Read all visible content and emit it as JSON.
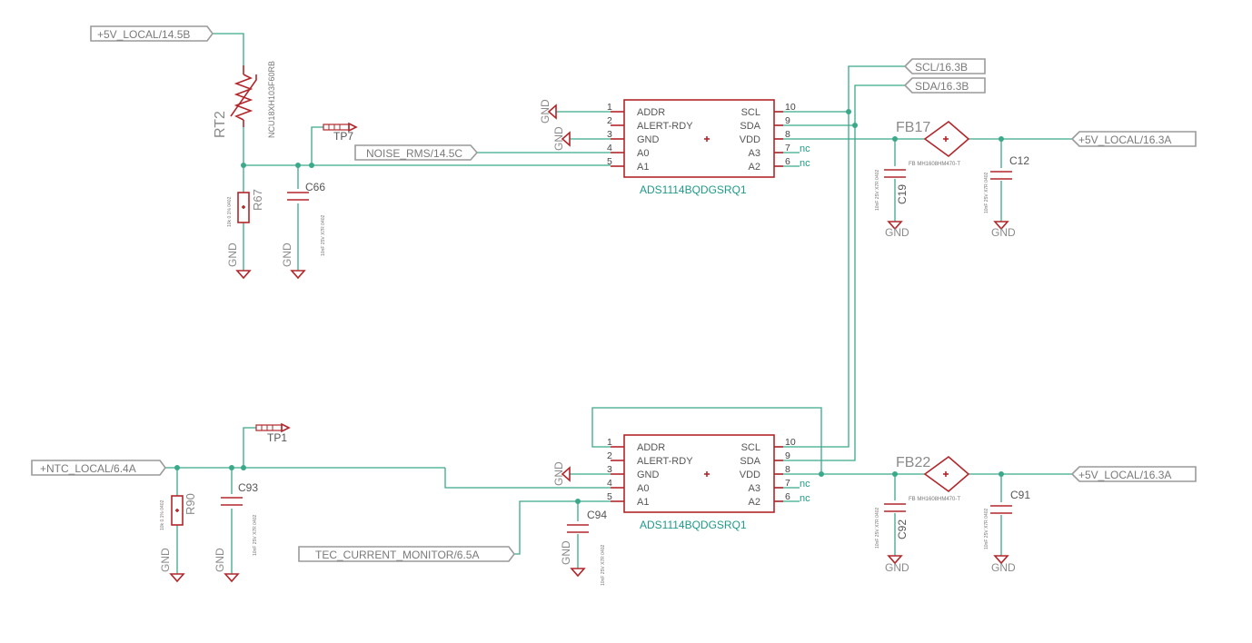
{
  "net_labels": {
    "v5_local_14_5b": "+5V_LOCAL/14.5B",
    "scl": "SCL/16.3B",
    "sda": "SDA/16.3B",
    "noise_rms": "NOISE_RMS/14.5C",
    "v5_local_16_3a_top": "+5V_LOCAL/16.3A",
    "v5_local_16_3a_bottom": "+5V_LOCAL/16.3A",
    "ntc_local": "+NTC_LOCAL/6.4A",
    "tec_current": "TEC_CURRENT_MONITOR/6.5A"
  },
  "adc_top": {
    "name": "ADS1114BQDGSRQ1",
    "left_pins": [
      {
        "num": "1",
        "label": "ADDR"
      },
      {
        "num": "2",
        "label": "ALERT-RDY"
      },
      {
        "num": "3",
        "label": "GND"
      },
      {
        "num": "4",
        "label": "A0"
      },
      {
        "num": "5",
        "label": "A1"
      }
    ],
    "right_pins": [
      {
        "num": "10",
        "label": "SCL"
      },
      {
        "num": "9",
        "label": "SDA"
      },
      {
        "num": "8",
        "label": "VDD"
      },
      {
        "num": "7",
        "label": "A3"
      },
      {
        "num": "6",
        "label": "A2"
      }
    ],
    "nc": "nc"
  },
  "adc_bottom": {
    "name": "ADS1114BQDGSRQ1",
    "left_pins": [
      {
        "num": "1",
        "label": "ADDR"
      },
      {
        "num": "2",
        "label": "ALERT-RDY"
      },
      {
        "num": "3",
        "label": "GND"
      },
      {
        "num": "4",
        "label": "A0"
      },
      {
        "num": "5",
        "label": "A1"
      }
    ],
    "right_pins": [
      {
        "num": "10",
        "label": "SCL"
      },
      {
        "num": "9",
        "label": "SDA"
      },
      {
        "num": "8",
        "label": "VDD"
      },
      {
        "num": "7",
        "label": "A3"
      },
      {
        "num": "6",
        "label": "A2"
      }
    ],
    "nc": "nc"
  },
  "parts": {
    "rt2": {
      "name": "RT2",
      "value": "NCU18XH103F60RB"
    },
    "r67": {
      "name": "R67",
      "value": "10k 0.1% 0402"
    },
    "r90": {
      "name": "R90",
      "value": "10k 0.1% 0402"
    },
    "c66": {
      "name": "C66",
      "value": "10nF 25V X7R 0402"
    },
    "c93": {
      "name": "C93",
      "value": "10nF 25V X7R 0402"
    },
    "c94": {
      "name": "C94",
      "value": "10nF 25V X7R 0402"
    },
    "c19": {
      "name": "C19",
      "value": "10nF 25V X7R 0402"
    },
    "c12": {
      "name": "C12",
      "value": "10nF 25V X7R 0402"
    },
    "c92": {
      "name": "C92",
      "value": "10nF 25V X7R 0402"
    },
    "c91": {
      "name": "C91",
      "value": "10nF 25V X7R 0402"
    },
    "fb17": {
      "name": "FB17",
      "value": "FB MH1608HM470-T"
    },
    "fb22": {
      "name": "FB22",
      "value": "FB MH1608HM470-T"
    },
    "tp7": {
      "name": "TP7"
    },
    "tp1": {
      "name": "TP1"
    }
  },
  "gnd": "GND"
}
